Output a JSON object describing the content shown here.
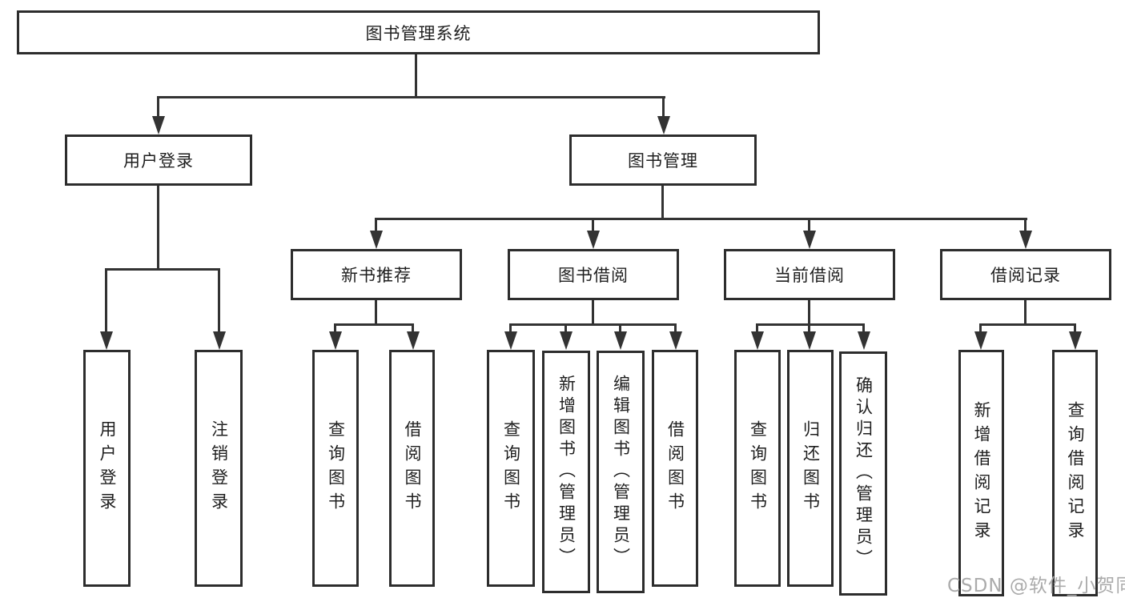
{
  "diagram": {
    "type": "hierarchy-tree",
    "title": "图书管理系统",
    "nodes": {
      "root": {
        "label": "图书管理系统"
      },
      "user_login": {
        "label": "用户登录"
      },
      "book_mgmt": {
        "label": "图书管理"
      },
      "new_book_rec": {
        "label": "新书推荐"
      },
      "book_borrow": {
        "label": "图书借阅"
      },
      "current_borrow": {
        "label": "当前借阅"
      },
      "borrow_record": {
        "label": "借阅记录"
      },
      "leaf_user_login": {
        "label": "用户登录"
      },
      "leaf_logout": {
        "label": "注销登录"
      },
      "leaf_rec_query": {
        "label": "查询图书"
      },
      "leaf_rec_borrow": {
        "label": "借阅图书"
      },
      "leaf_bb_query": {
        "label": "查询图书"
      },
      "leaf_bb_add": {
        "label": "新增图书（管理员）"
      },
      "leaf_bb_edit": {
        "label": "编辑图书（管理员）"
      },
      "leaf_bb_borrow": {
        "label": "借阅图书"
      },
      "leaf_cb_query": {
        "label": "查询图书"
      },
      "leaf_cb_return": {
        "label": "归还图书"
      },
      "leaf_cb_confirm": {
        "label": "确认归还（管理员）"
      },
      "leaf_br_add": {
        "label": "新增借阅记录"
      },
      "leaf_br_query": {
        "label": "查询借阅记录"
      }
    },
    "edges": [
      [
        "root",
        "user_login"
      ],
      [
        "root",
        "book_mgmt"
      ],
      [
        "user_login",
        "leaf_user_login"
      ],
      [
        "user_login",
        "leaf_logout"
      ],
      [
        "book_mgmt",
        "new_book_rec"
      ],
      [
        "book_mgmt",
        "book_borrow"
      ],
      [
        "book_mgmt",
        "current_borrow"
      ],
      [
        "book_mgmt",
        "borrow_record"
      ],
      [
        "new_book_rec",
        "leaf_rec_query"
      ],
      [
        "new_book_rec",
        "leaf_rec_borrow"
      ],
      [
        "book_borrow",
        "leaf_bb_query"
      ],
      [
        "book_borrow",
        "leaf_bb_add"
      ],
      [
        "book_borrow",
        "leaf_bb_edit"
      ],
      [
        "book_borrow",
        "leaf_bb_borrow"
      ],
      [
        "current_borrow",
        "leaf_cb_query"
      ],
      [
        "current_borrow",
        "leaf_cb_return"
      ],
      [
        "current_borrow",
        "leaf_cb_confirm"
      ],
      [
        "borrow_record",
        "leaf_br_add"
      ],
      [
        "borrow_record",
        "leaf_br_query"
      ]
    ],
    "colors": {
      "line": "#333333",
      "box_border": "#2d2d2d",
      "text": "#1f1f1f",
      "background": "#ffffff",
      "watermark": "#ababab"
    }
  },
  "watermark": {
    "text": "CSDN @软件_小贺同学"
  }
}
